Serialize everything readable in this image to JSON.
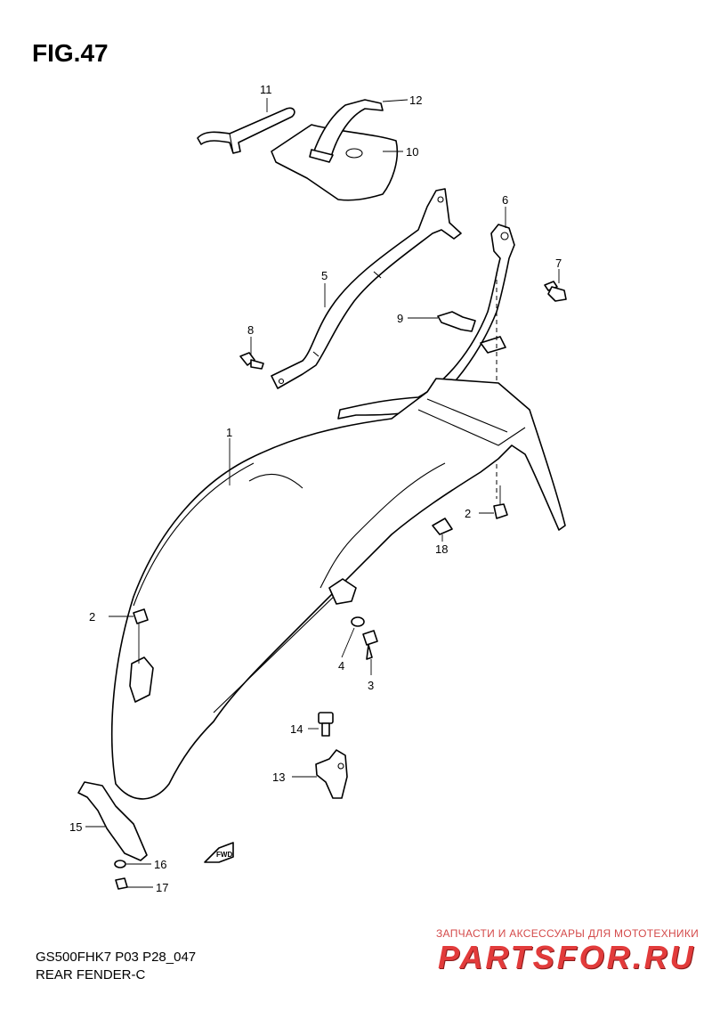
{
  "figure": {
    "title": "FIG.47",
    "model_code": "GS500FHK7 P03 P28_047",
    "section": "REAR FENDER-C",
    "fwd_label": "FWD"
  },
  "callouts": [
    {
      "id": "callout-1",
      "label": "1"
    },
    {
      "id": "callout-2a",
      "label": "2"
    },
    {
      "id": "callout-2b",
      "label": "2"
    },
    {
      "id": "callout-3",
      "label": "3"
    },
    {
      "id": "callout-4",
      "label": "4"
    },
    {
      "id": "callout-5",
      "label": "5"
    },
    {
      "id": "callout-6",
      "label": "6"
    },
    {
      "id": "callout-7",
      "label": "7"
    },
    {
      "id": "callout-8",
      "label": "8"
    },
    {
      "id": "callout-9",
      "label": "9"
    },
    {
      "id": "callout-10",
      "label": "10"
    },
    {
      "id": "callout-11",
      "label": "11"
    },
    {
      "id": "callout-12",
      "label": "12"
    },
    {
      "id": "callout-13",
      "label": "13"
    },
    {
      "id": "callout-14",
      "label": "14"
    },
    {
      "id": "callout-15",
      "label": "15"
    },
    {
      "id": "callout-16",
      "label": "16"
    },
    {
      "id": "callout-17",
      "label": "17"
    },
    {
      "id": "callout-18",
      "label": "18"
    }
  ],
  "watermark": {
    "tagline": "ЗАПЧАСТИ И АКСЕССУАРЫ ДЛЯ МОТОТЕХНИКИ",
    "brand": "PARTSFOR.RU",
    "color": "#e23b3b"
  }
}
